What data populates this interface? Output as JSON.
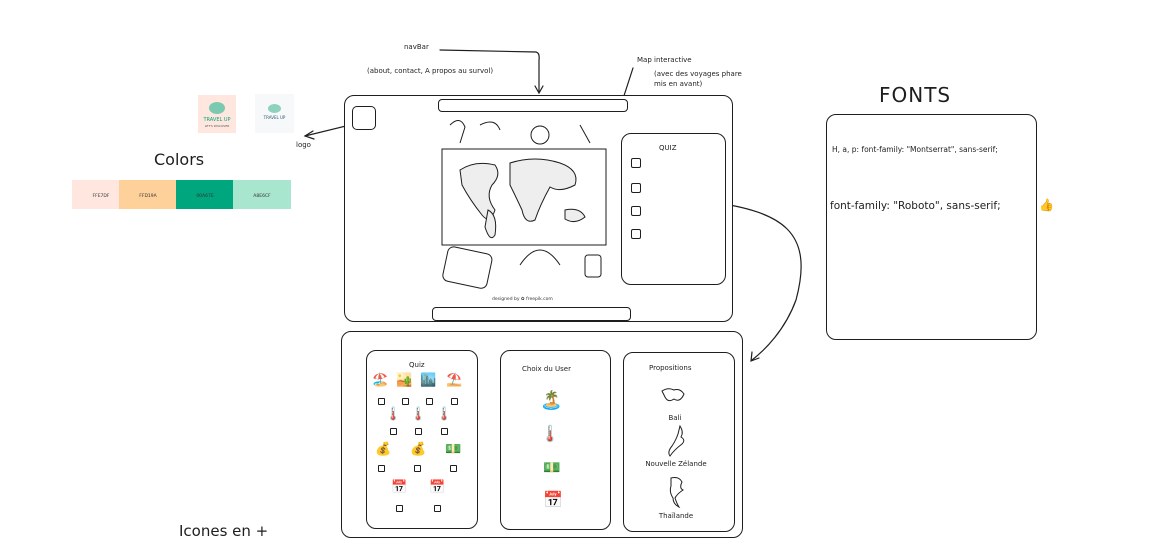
{
  "annotations": {
    "navbar": "navBar",
    "navbar_note": "(about, contact, A propos au survol)",
    "map_title": "Map interactive",
    "map_note_1": "(avec des voyages phare",
    "map_note_2": "mis en avant)",
    "logo": "logo",
    "colors": "Colors",
    "fonts": "FONTS",
    "font_headings": "H, a, p: font-family: \"Montserrat\", sans-serif;",
    "font_body": "font-family: \"Roboto\", sans-serif;",
    "thumb_icon": "👍",
    "icones": "Icones en +"
  },
  "logo_text": {
    "main": "TRAVEL UP",
    "sub": "LET'S DISCOVER"
  },
  "palette": [
    {
      "hex": "#FFE7DF",
      "label": "FFE7DF"
    },
    {
      "hex": "#FFD19A",
      "label": "FFD19A"
    },
    {
      "hex": "#00A67E",
      "label": "00A67E"
    },
    {
      "hex": "#A8E6CF",
      "label": "A8E6CF"
    }
  ],
  "wireframe_top": {
    "quiz_title": "QUIZ",
    "map_credit": "designed by ✿ freepik.com"
  },
  "wireframe_bottom": {
    "quiz_title": "Quiz",
    "choice_title": "Choix du User",
    "proposals_title": "Propositions",
    "destinations": [
      "Bali",
      "Nouvelle Zélande",
      "Thaïlande"
    ]
  },
  "icons": {
    "quiz_row1": [
      "🏖️",
      "🏜️",
      "🏙️",
      "⛱️"
    ],
    "quiz_row2": [
      "🌡️",
      "🌡️",
      "🌡️"
    ],
    "quiz_row3": [
      "💰",
      "💰",
      "💵"
    ],
    "quiz_row4": [
      "📅",
      "📅"
    ],
    "choices": [
      "🏝️",
      "🌡️",
      "💵",
      "📅"
    ]
  }
}
